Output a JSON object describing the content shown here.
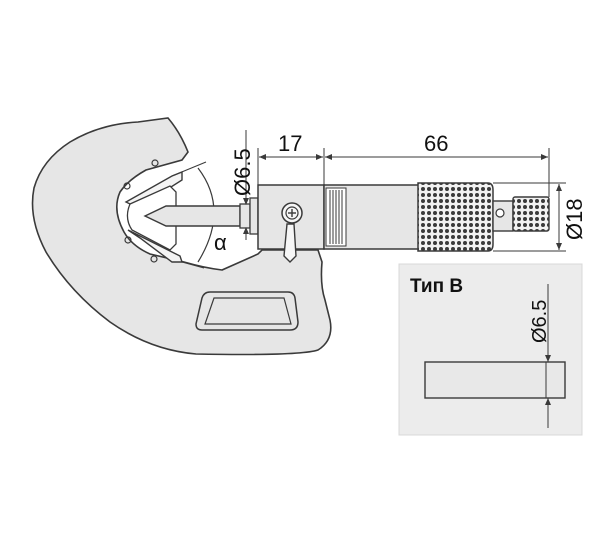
{
  "labels": {
    "dim_throat_diameter": "Ø6.5",
    "dim_head_length": "17",
    "dim_body_length": "66",
    "dim_thimble_diameter": "Ø18",
    "angle_symbol": "α",
    "inset_title": "Тип B",
    "inset_dim_diameter": "Ø6.5"
  },
  "colors": {
    "body_fill": "#e6e6e6",
    "stroke": "#3a3a3a",
    "inset_background": "#ececec",
    "text": "#111111"
  }
}
